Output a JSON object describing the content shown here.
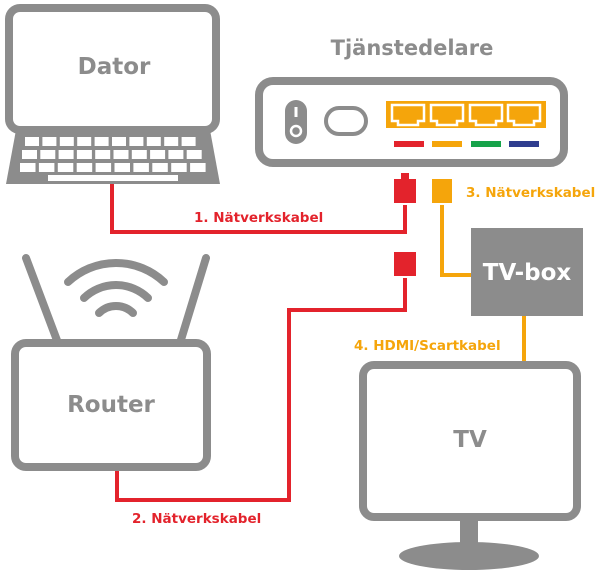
{
  "labels": {
    "computer": "Dator",
    "router": "Router",
    "gateway": "Tjänstedelare",
    "tvbox": "TV-box",
    "tv": "TV"
  },
  "cables": {
    "cable1": "1. Nätverkskabel",
    "cable2": "2. Nätverkskabel",
    "cable3": "3. Nätverkskabel",
    "cable4": "4. HDMI/Scartkabel"
  },
  "colors": {
    "device": "#8c8c8c",
    "red": "#e3232c",
    "orange": "#f5a50b",
    "green": "#16a34a",
    "blue": "#2f3d8f"
  }
}
